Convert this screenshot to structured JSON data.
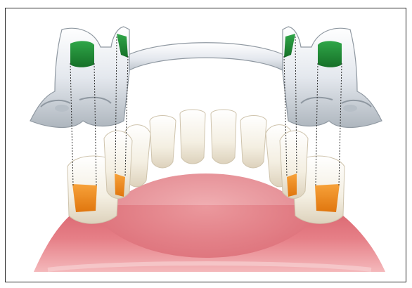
{
  "figure": {
    "colors": {
      "frame_border": "#2a2a2a",
      "background": "#ffffff",
      "gum": "#e37f86",
      "gum_dark": "#c9606b",
      "tooth": "#f3eee0",
      "tooth_shadow": "#d9cfb9",
      "framework": "#dde2e8",
      "framework_shadow": "#9aa3ac",
      "rest_seat": "#f08a1c",
      "occlusal_rest": "#1e8a34",
      "guide_line": "#333333"
    },
    "icons": [
      "partial-denture-framework",
      "occlusal-rest",
      "rest-seat",
      "guide-line",
      "incisor",
      "canine",
      "premolar"
    ]
  }
}
